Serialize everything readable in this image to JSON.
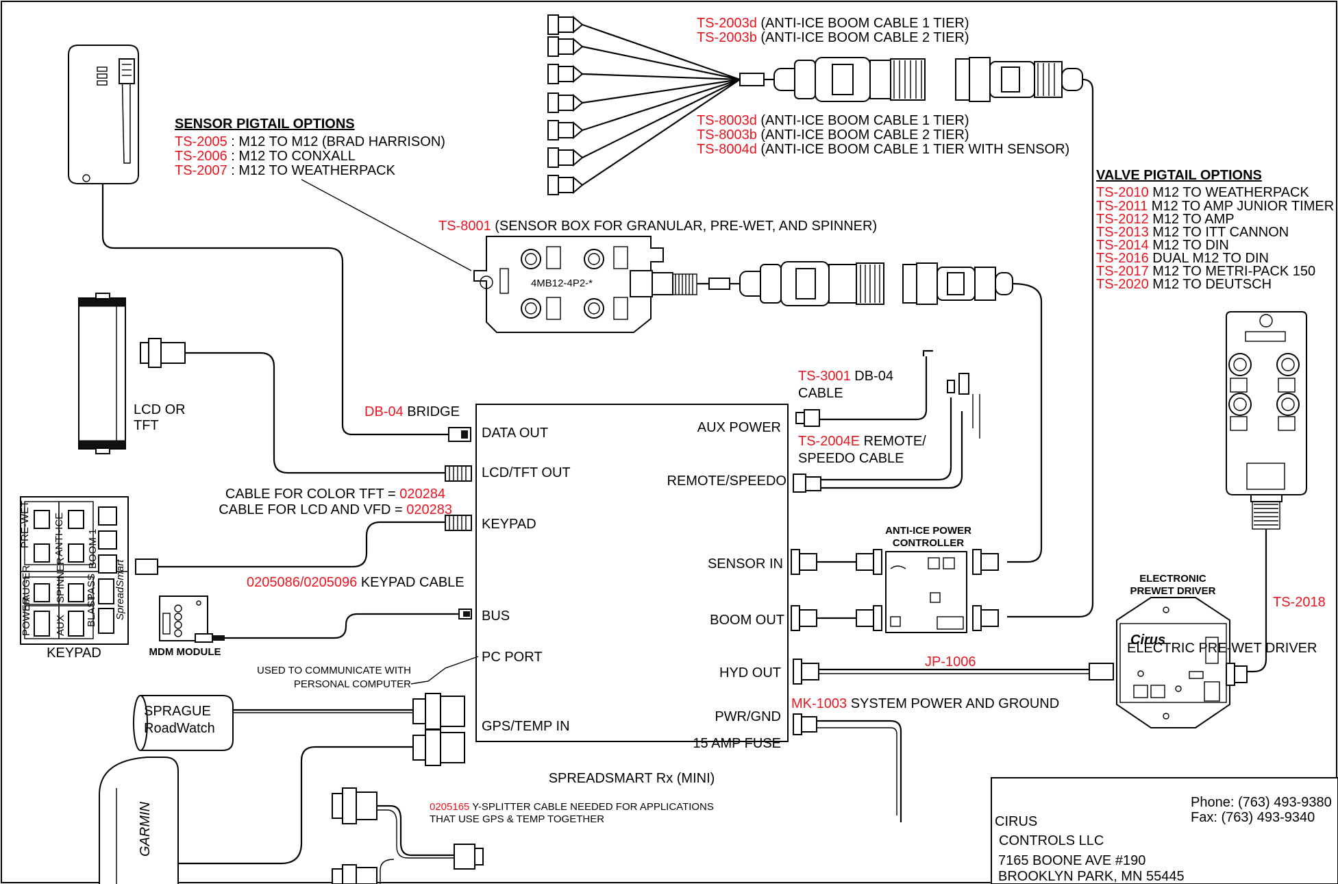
{
  "mainbox": {
    "title": "SPREADSMART  Rx (MINI)",
    "left_ports": [
      "DATA OUT",
      "LCD/TFT OUT",
      "KEYPAD",
      "BUS",
      "PC PORT",
      "GPS/TEMP IN"
    ],
    "right_ports": [
      "AUX POWER",
      "REMOTE/SPEEDO",
      "SENSOR IN",
      "BOOM OUT",
      "HYD OUT",
      "PWR/GND",
      "15 AMP FUSE"
    ]
  },
  "sensor_pigtail": {
    "heading": "SENSOR PIGTAIL OPTIONS",
    "items": [
      {
        "code": "TS-2005",
        "desc": " : M12 TO M12 (BRAD HARRISON)"
      },
      {
        "code": "TS-2006",
        "desc": " : M12 TO CONXALL"
      },
      {
        "code": "TS-2007",
        "desc": " : M12 TO WEATHERPACK"
      }
    ]
  },
  "boom_cables_top": [
    {
      "code": "TS-2003d",
      "desc": " (ANTI-ICE BOOM CABLE 1 TIER)"
    },
    {
      "code": "TS-2003b",
      "desc": " (ANTI-ICE BOOM CABLE 2 TIER)"
    }
  ],
  "boom_cables_bottom": [
    {
      "code": "TS-8003d",
      "desc": " (ANTI-ICE BOOM CABLE 1 TIER)"
    },
    {
      "code": "TS-8003b",
      "desc": " (ANTI-ICE BOOM CABLE 2 TIER)"
    },
    {
      "code": "TS-8004d",
      "desc": " (ANTI-ICE BOOM CABLE 1 TIER WITH SENSOR)"
    }
  ],
  "sensor_box": {
    "code": "TS-8001",
    "desc": " (SENSOR BOX FOR GRANULAR, PRE-WET, AND SPINNER)",
    "print": "4MB12-4P2-*"
  },
  "valve_pigtail": {
    "heading": "VALVE PIGTAIL OPTIONS",
    "items": [
      {
        "code": "TS-2010",
        "desc": " M12 TO WEATHERPACK"
      },
      {
        "code": "TS-2011",
        "desc": " M12 TO AMP JUNIOR TIMER"
      },
      {
        "code": "TS-2012",
        "desc": " M12 TO AMP"
      },
      {
        "code": "TS-2013",
        "desc": " M12 TO ITT CANNON"
      },
      {
        "code": "TS-2014",
        "desc": " M12 TO DIN"
      },
      {
        "code": "TS-2016",
        "desc": " DUAL M12 TO DIN"
      },
      {
        "code": "TS-2017",
        "desc": " M12 TO METRI-PACK 150"
      },
      {
        "code": "TS-2020",
        "desc": " M12 TO DEUTSCH"
      }
    ]
  },
  "lcd": {
    "line1": "LCD OR",
    "line2": "TFT"
  },
  "bridge": {
    "code": "DB-04",
    "desc": " BRIDGE"
  },
  "tft_cables": [
    {
      "desc": "CABLE FOR COLOR TFT = ",
      "code": "020284"
    },
    {
      "desc": "CABLE FOR LCD AND VFD = ",
      "code": "020283"
    }
  ],
  "keypad": {
    "label": "KEYPAD",
    "cable_code": "0205086/0205096",
    "cable_desc": " KEYPAD CABLE",
    "keys": [
      "PRE-WET",
      "ANTI-ICE",
      "BOOM 1",
      "AUGER",
      "SPINNER",
      "BLAST",
      "PASS",
      "POWER",
      "AUX",
      "SpreadSmart"
    ]
  },
  "mdm": {
    "label": "MDM MODULE"
  },
  "pc_note": {
    "line1": "USED TO COMMUNICATE WITH",
    "line2": "PERSONAL COMPUTER"
  },
  "sprague": {
    "line1": "SPRAGUE",
    "line2": "RoadWatch"
  },
  "garmin": {
    "label": "GARMIN"
  },
  "splitter": {
    "code": "0205165",
    "desc": " Y-SPLITTER CABLE NEEDED FOR APPLICATIONS",
    "line2": "THAT USE GPS & TEMP TOGETHER"
  },
  "aux_cable": {
    "code": "TS-3001",
    "desc": " DB-04",
    "line2": "CABLE"
  },
  "remote_cable": {
    "code": "TS-2004E",
    "desc": " REMOTE/",
    "line2": "SPEEDO CABLE"
  },
  "anti_ice": {
    "line1": "ANTI-ICE POWER",
    "line2": "CONTROLLER"
  },
  "prewet": {
    "line1": "ELECTRONIC",
    "line2": "PREWET DRIVER",
    "brand": "Cirus",
    "sub": "ELECTRIC PRE-WET DRIVER"
  },
  "hyd_cable": {
    "code": "JP-1006"
  },
  "ts2018": {
    "code": "TS-2018"
  },
  "power": {
    "code": "MK-1003",
    "desc": " SYSTEM POWER AND GROUND"
  },
  "titleblock": {
    "company": "CIRUS",
    "company2": "CONTROLS LLC",
    "address1": "7165 BOONE AVE #190",
    "address2": "BROOKLYN PARK, MN 55445",
    "phone": "Phone: (763) 493-9380",
    "fax": "Fax: (763) 493-9340"
  }
}
